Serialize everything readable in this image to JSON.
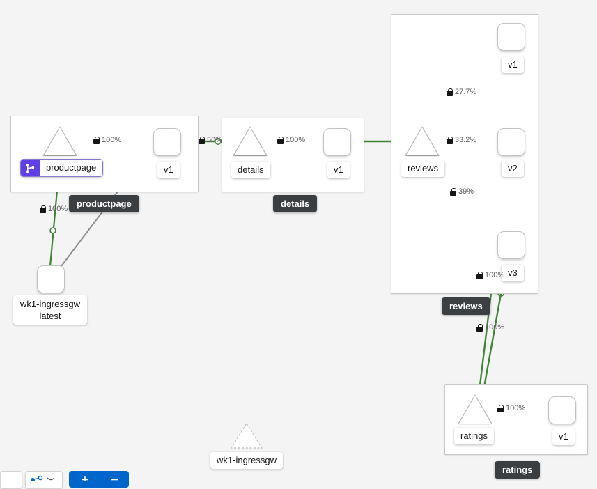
{
  "app": {
    "name": "kiali-service-graph",
    "background_color": "#f4f4f4",
    "edge_color": "#3e8635",
    "idle_edge_color": "#8a8d90",
    "badge_color": "#5e40e5",
    "tooltip_color": "#3c3f42"
  },
  "groups": [
    {
      "id": "productpage",
      "label": "productpage"
    },
    {
      "id": "details",
      "label": "details"
    },
    {
      "id": "reviews",
      "label": "reviews"
    },
    {
      "id": "ratings",
      "label": "ratings"
    }
  ],
  "nodes": {
    "productpage_service": {
      "label": "productpage",
      "type": "service",
      "badge": "virtual-service"
    },
    "productpage_v1": {
      "label": "v1",
      "type": "workload"
    },
    "details_service": {
      "label": "details",
      "type": "service"
    },
    "details_v1": {
      "label": "v1",
      "type": "workload"
    },
    "reviews_service": {
      "label": "reviews",
      "type": "service"
    },
    "reviews_v1": {
      "label": "v1",
      "type": "workload"
    },
    "reviews_v2": {
      "label": "v2",
      "type": "workload"
    },
    "reviews_v3": {
      "label": "v3",
      "type": "workload"
    },
    "ratings_service": {
      "label": "ratings",
      "type": "service"
    },
    "ratings_v1": {
      "label": "v1",
      "type": "workload"
    },
    "ingressgw": {
      "label": "wk1-ingressgw\nlatest",
      "label_line1": "wk1-ingressgw",
      "label_line2": "latest",
      "type": "workload"
    },
    "ingressgw_ghost": {
      "label": "wk1-ingressgw",
      "type": "service-ghost"
    }
  },
  "edges": [
    {
      "id": "e-ingress-productpage",
      "from": "ingressgw",
      "to": "productpage_service",
      "pct": "100%",
      "secure": true,
      "color": "#3e8635"
    },
    {
      "id": "e-ingress-productpagev1",
      "from": "ingressgw",
      "to": "productpage_v1",
      "pct": "",
      "secure": false,
      "color": "#8a8d90"
    },
    {
      "id": "e-productpage-v1",
      "from": "productpage_service",
      "to": "productpage_v1",
      "pct": "100%",
      "secure": true,
      "color": "#3e8635"
    },
    {
      "id": "e-productpagev1-details",
      "from": "productpage_v1",
      "to": "details_service",
      "pct": "50%",
      "secure": true,
      "color": "#3e8635"
    },
    {
      "id": "e-details-v1",
      "from": "details_service",
      "to": "details_v1",
      "pct": "100%",
      "secure": true,
      "color": "#3e8635"
    },
    {
      "id": "e-detailsv1-reviews",
      "from": "details_v1",
      "to": "reviews_service",
      "pct": "",
      "secure": false,
      "color": "#3e8635"
    },
    {
      "id": "e-reviews-v1",
      "from": "reviews_service",
      "to": "reviews_v1",
      "pct": "27.7%",
      "secure": true,
      "color": "#3e8635"
    },
    {
      "id": "e-reviews-v2",
      "from": "reviews_service",
      "to": "reviews_v2",
      "pct": "33.2%",
      "secure": true,
      "color": "#3e8635"
    },
    {
      "id": "e-reviews-v3",
      "from": "reviews_service",
      "to": "reviews_v3",
      "pct": "39%",
      "secure": true,
      "color": "#3e8635"
    },
    {
      "id": "e-reviewsv2-ratings",
      "from": "reviews_v2",
      "to": "ratings_service",
      "pct": "100%",
      "secure": true,
      "color": "#3e8635"
    },
    {
      "id": "e-reviewsv3-ratings",
      "from": "reviews_v3",
      "to": "ratings_service",
      "pct": "100%",
      "secure": true,
      "color": "#3e8635"
    },
    {
      "id": "e-ratings-v1",
      "from": "ratings_service",
      "to": "ratings_v1",
      "pct": "100%",
      "secure": true,
      "color": "#3e8635"
    }
  ],
  "edge_labels": {
    "productpage_to_v1": "100%",
    "productpagev1_to_details": "50%",
    "details_to_v1": "100%",
    "reviews_to_v1": "27.7%",
    "reviews_to_v2": "33.2%",
    "reviews_to_v3": "39%",
    "reviewsv3_inner": "100%",
    "reviews_to_ratings": "100%",
    "ratings_to_v1": "100%",
    "ingress_to_productpage": "100%"
  },
  "tooltips": {
    "productpage": "productpage",
    "details": "details",
    "reviews": "reviews",
    "ratings": "ratings",
    "ingressgw_ghost": "wk1-ingressgw"
  }
}
